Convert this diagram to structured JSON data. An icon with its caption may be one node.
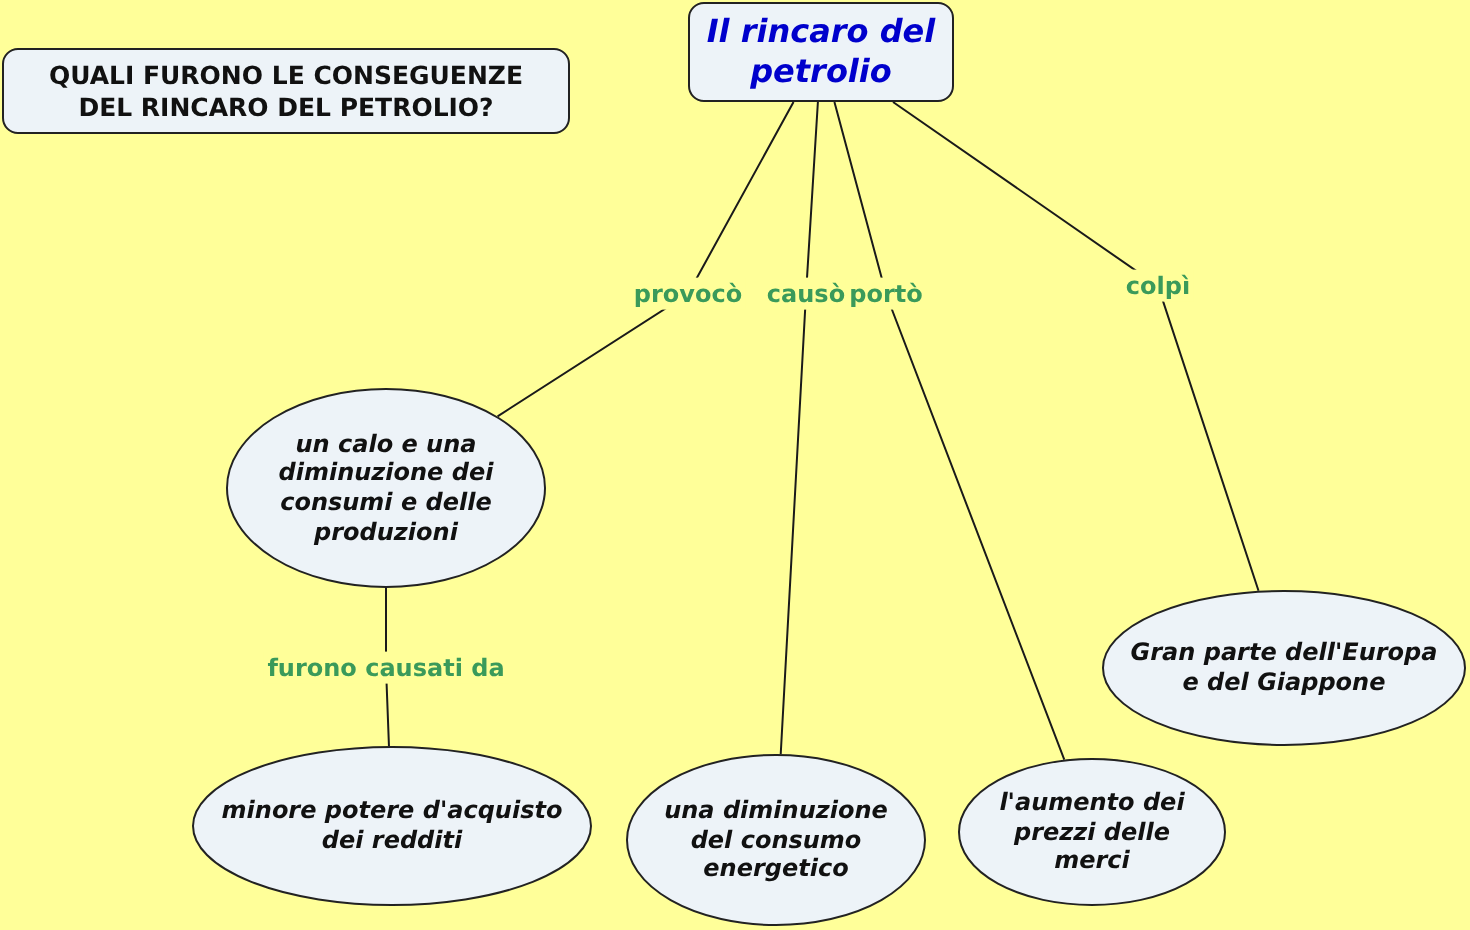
{
  "diagram": {
    "nodes": [
      {
        "text": [
          "QUALI FURONO LE CONSEGUENZE DEL RINCARO DEL PETROLIO?"
        ]
      },
      {
        "text": [
          "Il rincaro del petrolio"
        ]
      },
      {
        "text": [
          "un calo e una diminuzione dei consumi e delle produzioni"
        ]
      },
      {
        "text": [
          "minore potere d'acquisto dei redditi"
        ]
      },
      {
        "text": [
          "una diminuzione del consumo energetico"
        ]
      },
      {
        "text": [
          "l'aumento dei prezzi delle merci"
        ]
      },
      {
        "text": [
          "Gran parte dell'Europa e del Giappone"
        ]
      }
    ],
    "edges": [
      {
        "from": 1,
        "to": 2,
        "arrow": "none",
        "label": "provocò"
      },
      {
        "from": 1,
        "to": 4,
        "arrow": "none",
        "label": "causò"
      },
      {
        "from": 1,
        "to": 5,
        "arrow": "none",
        "label": "portò"
      },
      {
        "from": 1,
        "to": 6,
        "arrow": "none",
        "label": "colpì"
      },
      {
        "from": 2,
        "to": 3,
        "arrow": "none",
        "label": "furono causati da"
      }
    ]
  }
}
